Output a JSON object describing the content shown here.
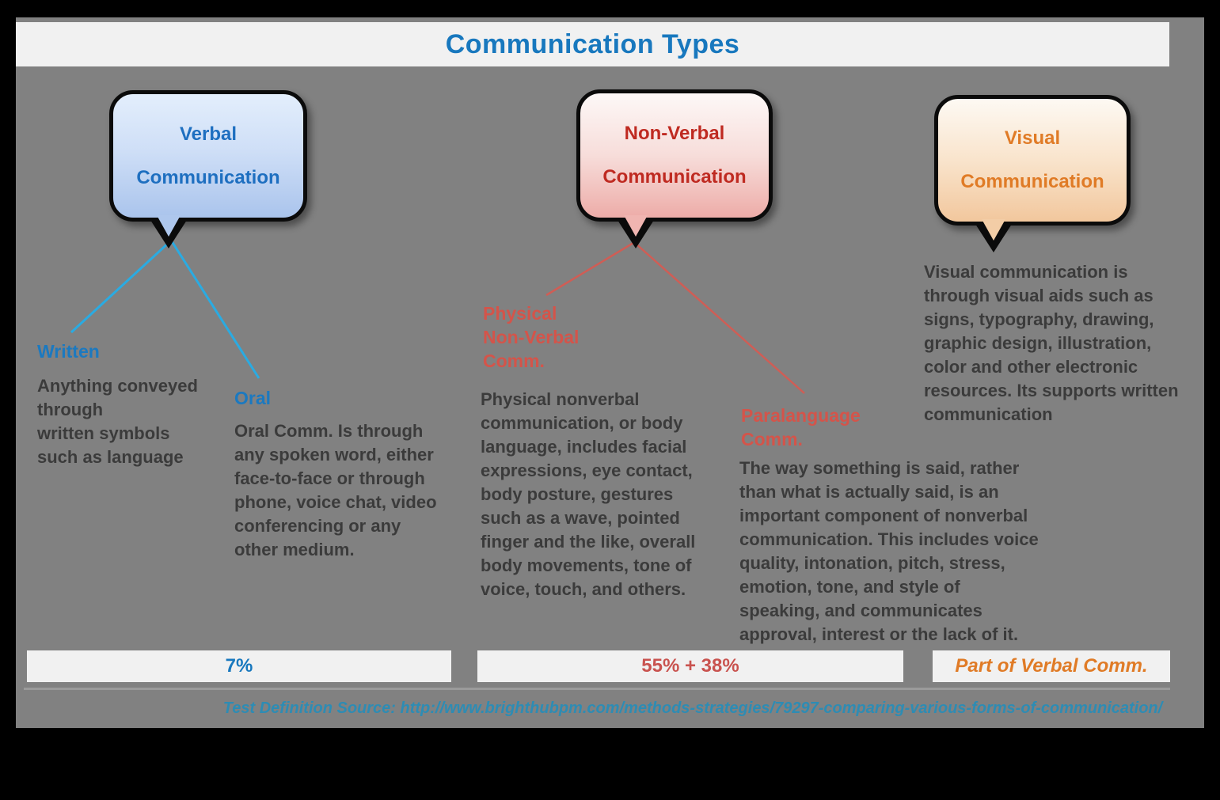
{
  "title": "Communication Types",
  "colors": {
    "background": "#000000",
    "panel_gray": "#818181",
    "bar_bg": "#f1f1f1",
    "title_blue": "#1878be",
    "verbal_text_blue": "#1e6fc0",
    "nonverbal_text_red": "#bf2a21",
    "visual_text_orange": "#e07b26",
    "connector_blue": "#2aabe2",
    "connector_red": "#d05d55",
    "label_blue": "#1b79c0",
    "label_red": "#d4544a",
    "body_text": "#3b3b3b",
    "source_teal": "#2d8cb4"
  },
  "bubbles": [
    {
      "id": "verbal",
      "line1": "Verbal",
      "line2": "Communication"
    },
    {
      "id": "nonverbal",
      "line1": "Non-Verbal",
      "line2": "Communication"
    },
    {
      "id": "visual",
      "line1": "Visual",
      "line2": "Communication"
    }
  ],
  "sections": {
    "written": {
      "label": "Written",
      "desc": "Anything conveyed\nthrough\nwritten symbols\nsuch as language"
    },
    "oral": {
      "label": "Oral",
      "desc": "Oral Comm. Is through\nany spoken word, either\nface-to-face or through\nphone, voice chat, video\nconferencing or any\nother medium."
    },
    "physical": {
      "label": "Physical\nNon-Verbal\nComm.",
      "desc": "Physical nonverbal\ncommunication, or body\nlanguage, includes facial\nexpressions, eye contact,\nbody posture, gestures\nsuch as a wave, pointed\nfinger and the like, overall\nbody movements, tone of\nvoice, touch, and others."
    },
    "paralanguage": {
      "label": "Paralanguage\nComm.",
      "desc": "The way something is said, rather\nthan what is actually said, is an\nimportant component of nonverbal\ncommunication. This includes voice\nquality, intonation, pitch, stress,\nemotion, tone, and style of\nspeaking, and communicates\napproval, interest or the lack of it."
    },
    "visual": {
      "desc": "Visual communication is\nthrough visual aids such as\nsigns, typography, drawing,\ngraphic design, illustration,\ncolor and other electronic\nresources. Its supports written\ncommunication"
    }
  },
  "footer": {
    "bar_verbal": "7%",
    "bar_nonverbal": "55% + 38%",
    "bar_visual": "Part of Verbal Comm.",
    "source": "Test Definition Source: http://www.brighthubpm.com/methods-strategies/79297-comparing-various-forms-of-communication/"
  }
}
